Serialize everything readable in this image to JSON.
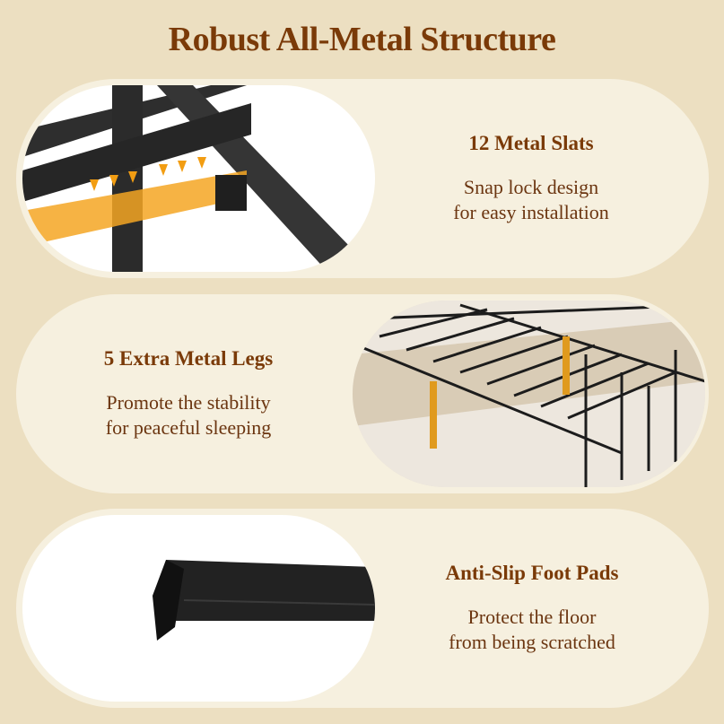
{
  "title": "Robust All-Metal Structure",
  "features": [
    {
      "heading": "12 Metal Slats",
      "lines": [
        "Snap lock design",
        "for easy installation"
      ],
      "image": "slat-joint-image"
    },
    {
      "heading": "5 Extra Metal Legs",
      "lines": [
        "Promote the stability",
        "for peaceful sleeping"
      ],
      "image": "bed-frame-legs-image"
    },
    {
      "heading": "Anti-Slip Foot Pads",
      "lines": [
        "Protect the floor",
        "from being scratched"
      ],
      "image": "foot-pad-image"
    }
  ],
  "colors": {
    "accent": "#7a3a08",
    "highlight": "#f5a623",
    "background": "#ecdfc1",
    "panel": "#f6f0df"
  }
}
